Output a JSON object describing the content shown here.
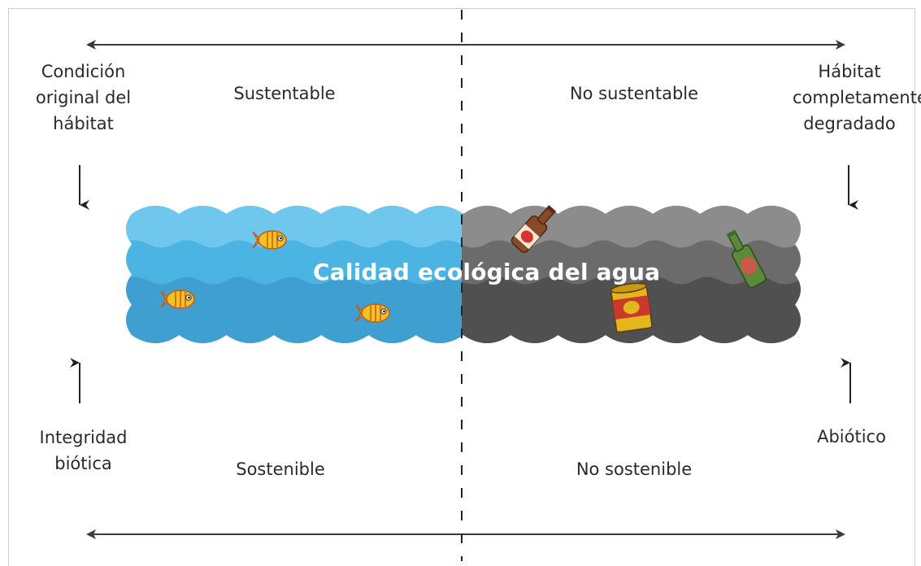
{
  "title": "Calidad ecológica del agua",
  "top": {
    "left_header": "Condición original del hábitat",
    "right_header": "Hábitat completamente degradado",
    "left_zone": "Sustentable",
    "right_zone": "No sustentable"
  },
  "bottom": {
    "left_header": "Integridad biótica",
    "right_header": "Abiótico",
    "left_zone": "Sostenible",
    "right_zone": "No sostenible"
  },
  "colors": {
    "clean_water": "#4bb4e3",
    "polluted_water": "#5b5b5b",
    "fish": "#f4c21f",
    "bottle": "#8a4a2a",
    "green_bottle": "#3e6a2e",
    "can": "#e3b61e",
    "divider": "#222222"
  },
  "icons": [
    "fish-icon",
    "bottle-icon",
    "can-icon",
    "arrow-icon"
  ]
}
